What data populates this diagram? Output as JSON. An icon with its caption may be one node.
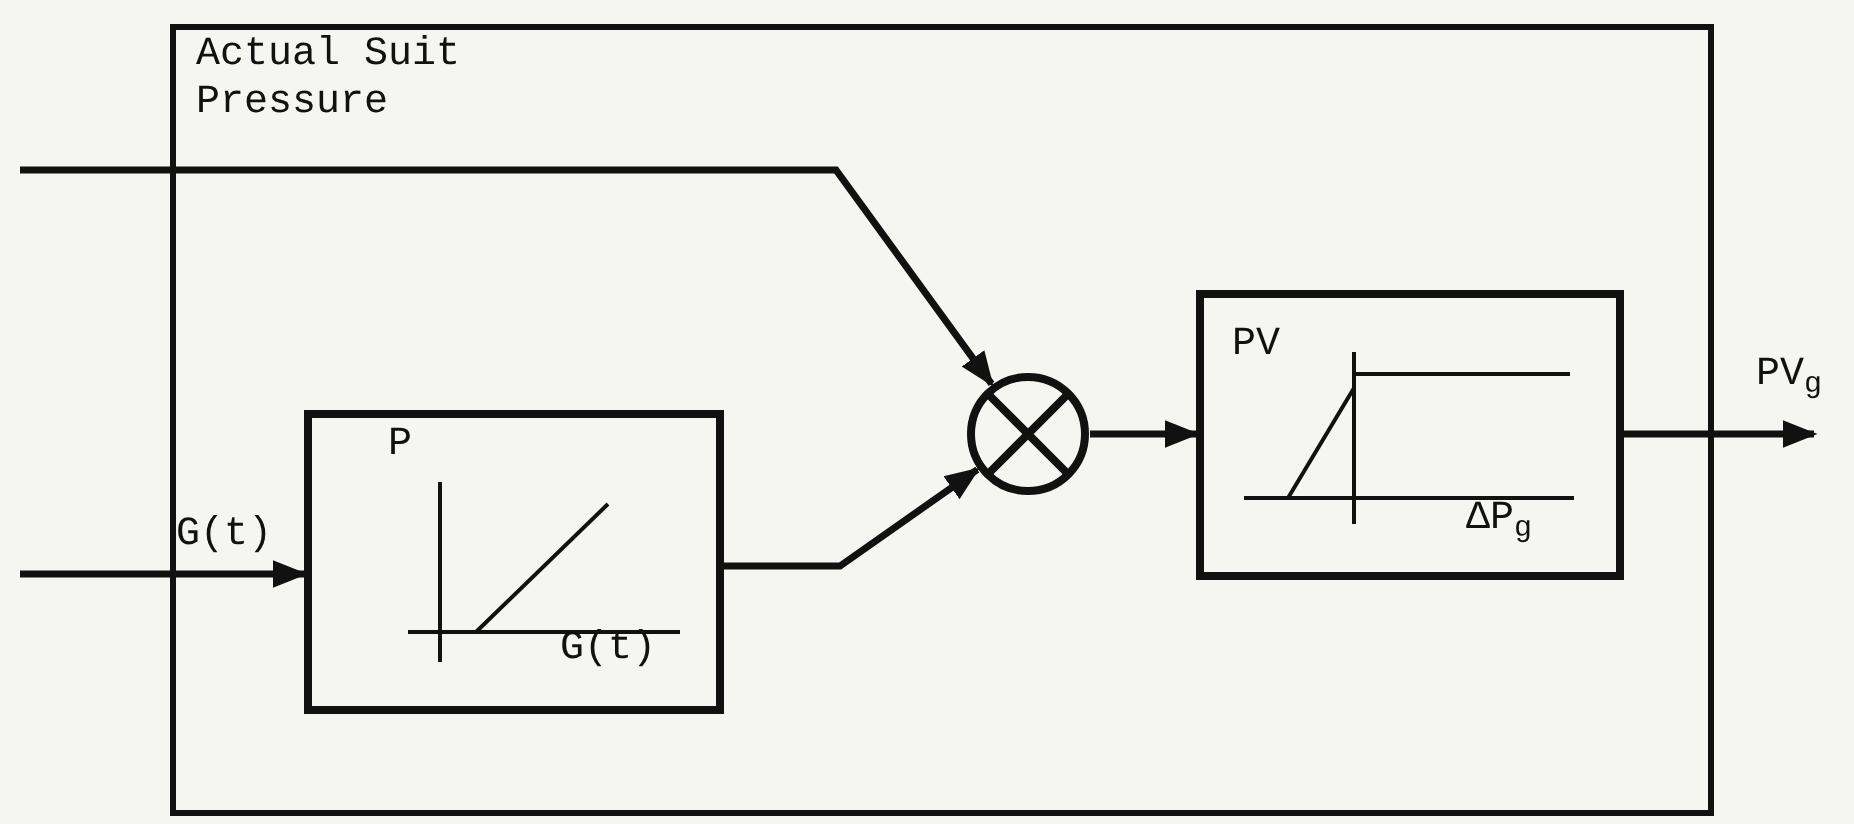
{
  "diagram": {
    "nodes": [
      {
        "text": [],
        "shape": "box"
      },
      {
        "text": [
          "P",
          "G(t)"
        ],
        "in": 0
      },
      {
        "text": [],
        "shape": "circle",
        "in": 0
      },
      {
        "text": [
          "PV",
          "ΔP$_{g}$"
        ],
        "in": 0
      }
    ],
    "edges": [
      {
        "from": null,
        "to": 2,
        "arrow": "to",
        "label": "Actual Suit Pressure"
      },
      {
        "from": null,
        "to": 1,
        "arrow": "to",
        "label": "G(t)"
      },
      {
        "from": 1,
        "to": 2,
        "arrow": "to"
      },
      {
        "from": 2,
        "to": 3,
        "arrow": "to"
      },
      {
        "from": 3,
        "to": null,
        "arrow": "to",
        "label": "PV$_{g}$"
      }
    ]
  }
}
